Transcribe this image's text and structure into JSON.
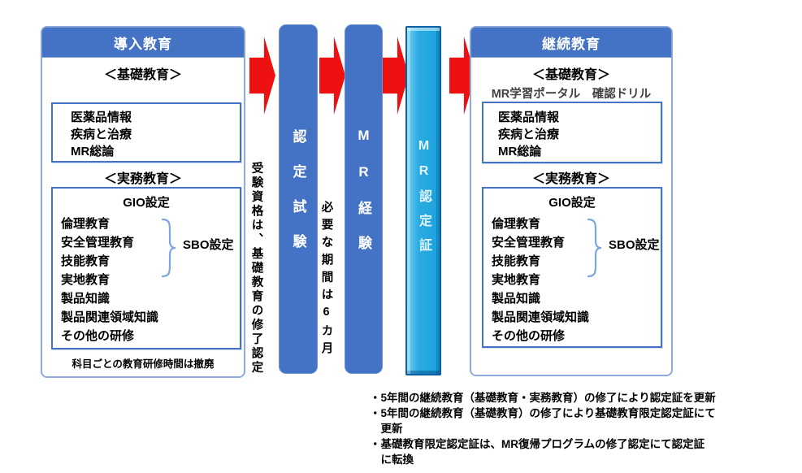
{
  "colors": {
    "header_blue": "#4472C4",
    "pillar_blue": "#4472C4",
    "outer_border": "#8FAADC",
    "inner_border": "#4472C4",
    "arrow_red": "#EE1111",
    "cyan_fill": "#2BACE2",
    "cyan_border": "#0C5FA6",
    "brace_blue": "#7CA6DC",
    "portal_note_gray": "#3F3F3F"
  },
  "left_box": {
    "title": "導入教育",
    "basic_heading": "＜基礎教育＞",
    "basic_items": [
      "医薬品情報",
      "疾病と治療",
      "MR総論"
    ],
    "practical_heading": "＜実務教育＞",
    "gio_label": "GIO設定",
    "items": [
      "倫理教育",
      "安全管理教育",
      "技能教育",
      "実地教育",
      "製品知識",
      "製品関連領域知識",
      "その他の研修"
    ],
    "sbo_label": "SBO設定",
    "footnote": "科目ごとの教育研修時間は撤廃"
  },
  "right_box": {
    "title": "継続教育",
    "basic_heading": "＜基礎教育＞",
    "portal_note": "MR学習ポータル　確認ドリル",
    "basic_items": [
      "医薬品情報",
      "疾病と治療",
      "MR総論"
    ],
    "practical_heading": "＜実務教育＞",
    "gio_label": "GIO設定",
    "items": [
      "倫理教育",
      "安全管理教育",
      "技能教育",
      "実地教育",
      "製品知識",
      "製品関連領域知識",
      "その他の研修"
    ],
    "sbo_label": "SBO設定"
  },
  "pillars": [
    {
      "label": "認定試験",
      "style": "blue"
    },
    {
      "label": "MR経験",
      "style": "blue"
    },
    {
      "label": "MR認定証",
      "style": "cyan"
    }
  ],
  "captions": {
    "exam_requirement": "受験資格は、基礎教育の修了認定",
    "experience_period": "必要な期間は6カ月"
  },
  "notes": [
    "・5年間の継続教育（基礎教育・実務教育）の修了により認定証を更新",
    "・5年間の継続教育（基礎教育）の修了により基礎教育限定認定証にて",
    "　更新",
    "・基礎教育限定認定証は、MR復帰プログラムの修了認定にて認定証",
    "　に転換"
  ]
}
